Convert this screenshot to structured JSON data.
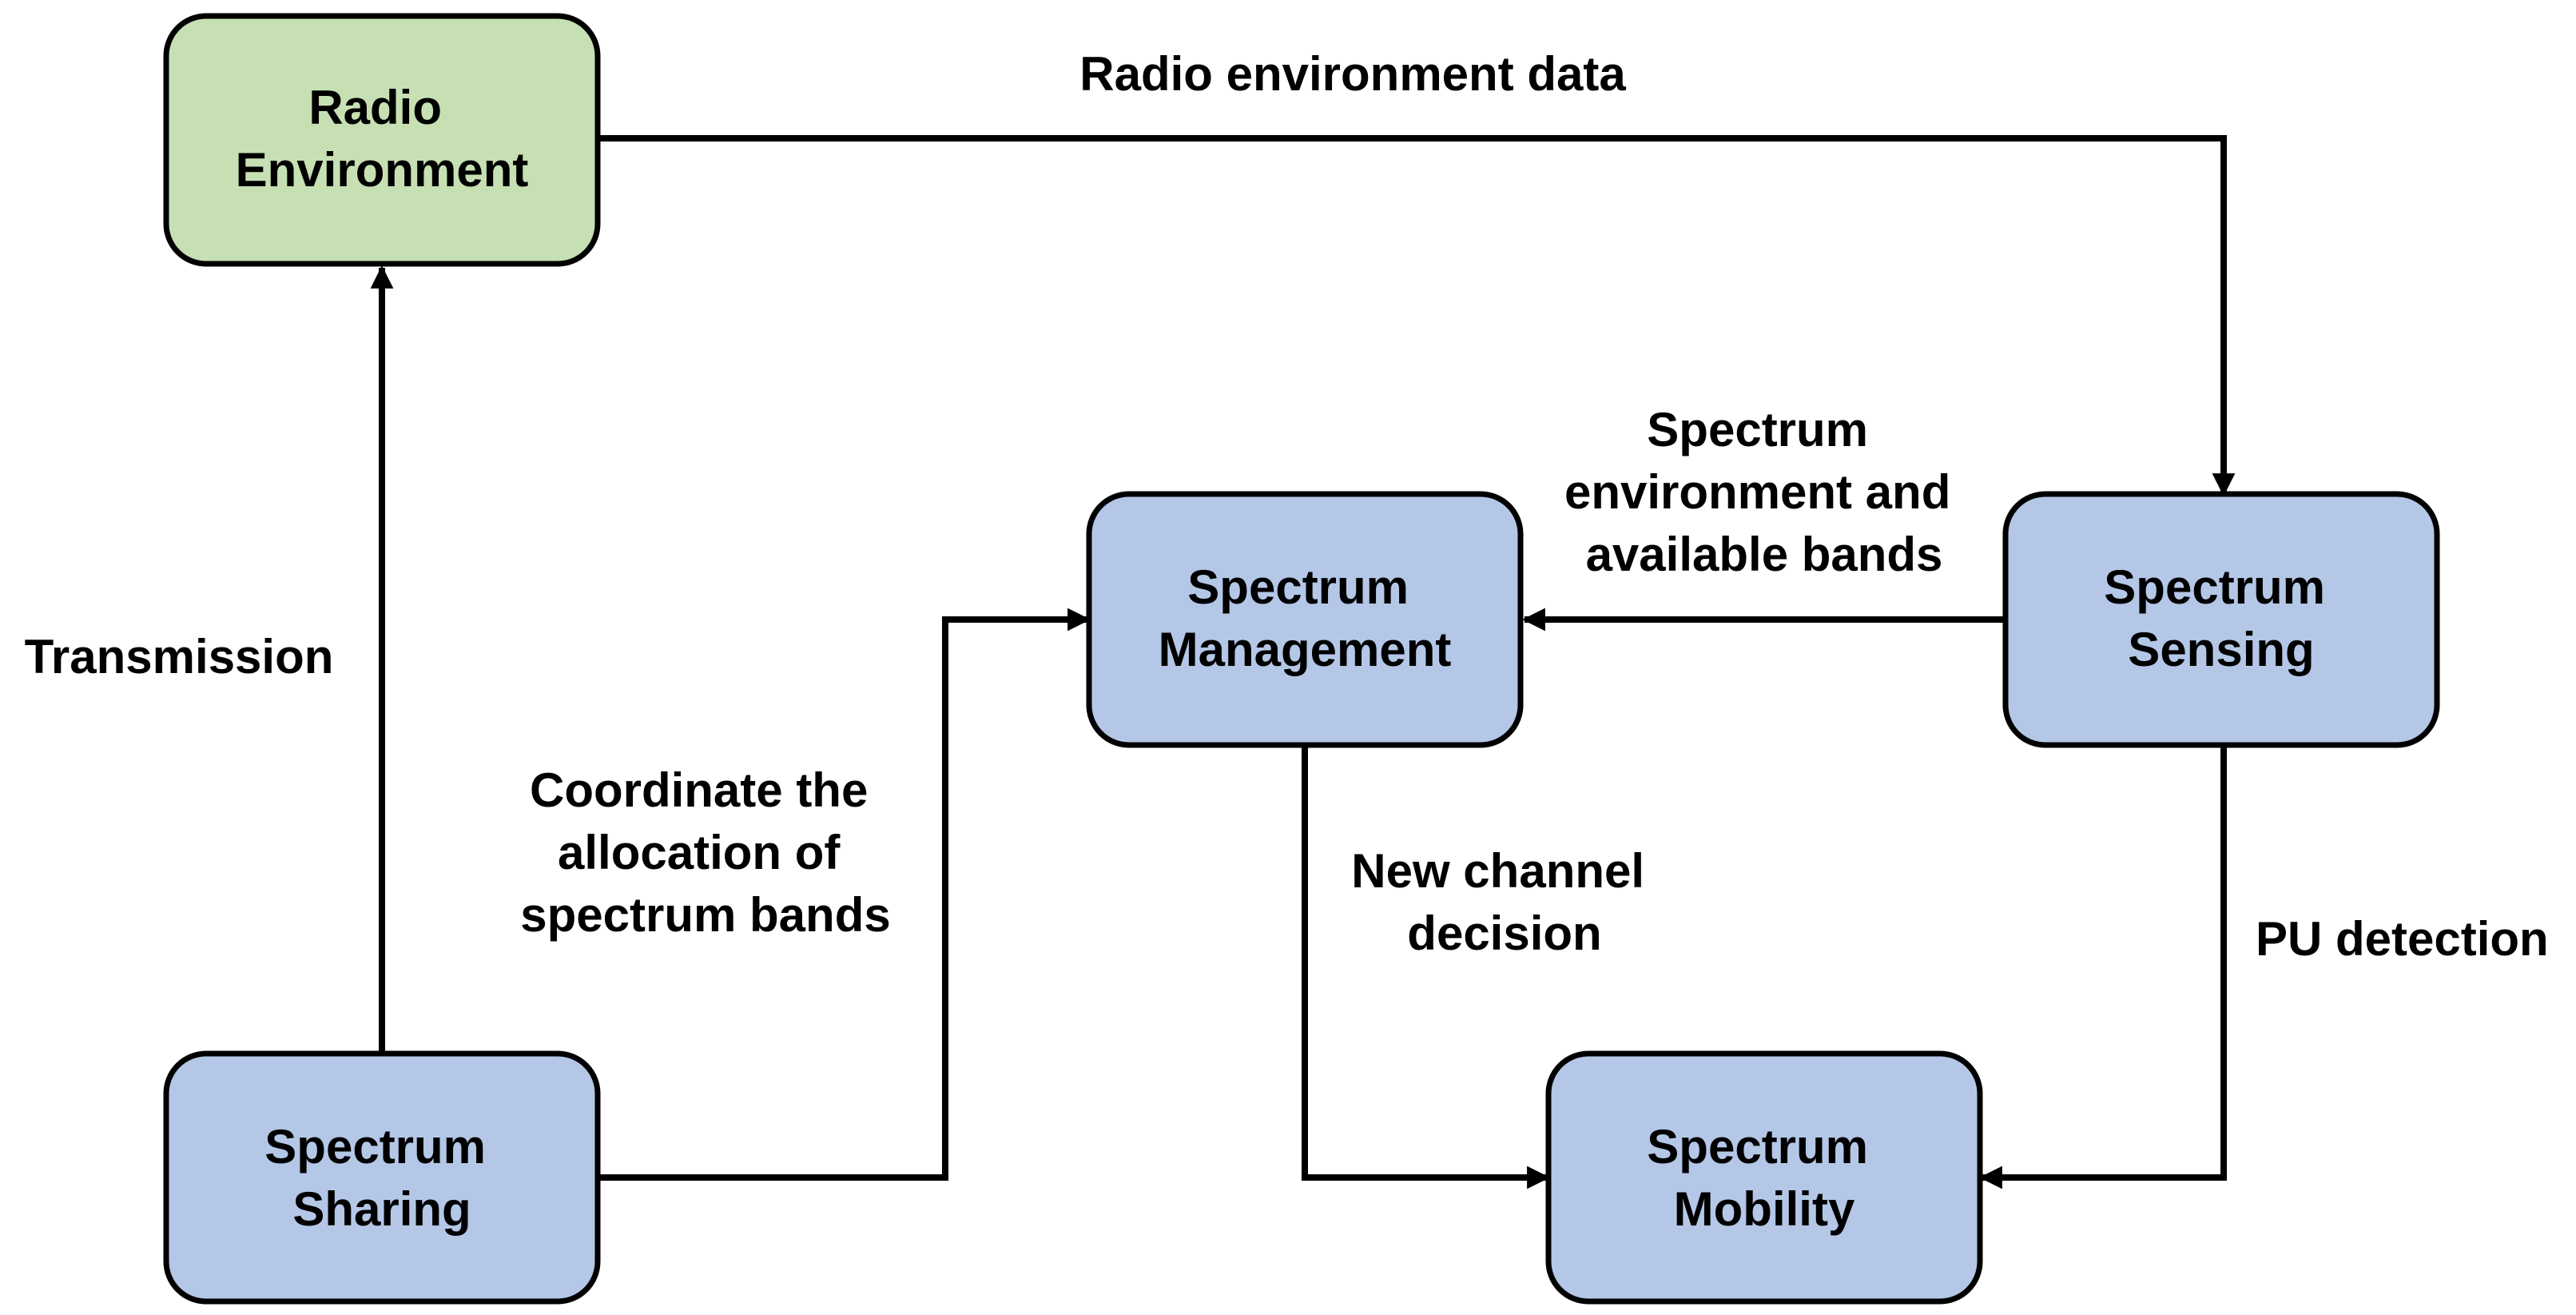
{
  "colors": {
    "radio_fill": "#c6e0b4",
    "spectrum_fill": "#b4c7e7",
    "stroke": "#000000"
  },
  "nodes": {
    "radio_environment": {
      "lines": [
        "Radio",
        "Environment"
      ]
    },
    "spectrum_management": {
      "lines": [
        "Spectrum",
        "Management"
      ]
    },
    "spectrum_sensing": {
      "lines": [
        "Spectrum",
        "Sensing"
      ]
    },
    "spectrum_sharing": {
      "lines": [
        "Spectrum",
        "Sharing"
      ]
    },
    "spectrum_mobility": {
      "lines": [
        "Spectrum",
        "Mobility"
      ]
    }
  },
  "edges": {
    "radio_environment_data": {
      "lines": [
        "Radio environment data"
      ]
    },
    "spectrum_environment": {
      "lines": [
        "Spectrum",
        "environment and",
        "available bands"
      ]
    },
    "transmission": {
      "lines": [
        "Transmission"
      ]
    },
    "coordinate_allocation": {
      "lines": [
        "Coordinate the",
        "allocation of",
        "spectrum bands"
      ]
    },
    "new_channel_decision": {
      "lines": [
        "New channel",
        "decision"
      ]
    },
    "pu_detection": {
      "lines": [
        "PU detection"
      ]
    }
  }
}
